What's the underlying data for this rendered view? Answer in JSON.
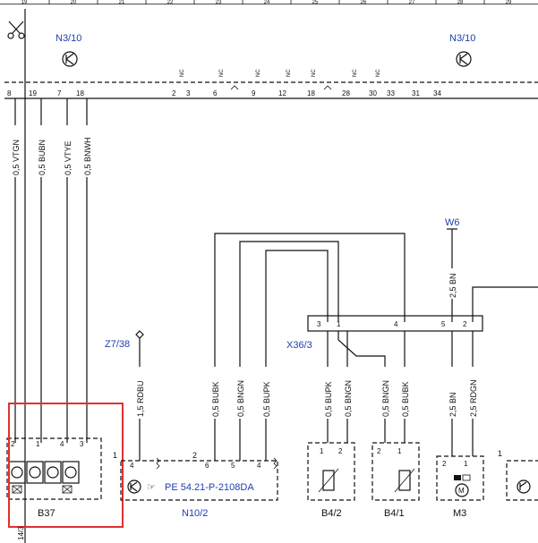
{
  "ruler": [
    "19",
    "20",
    "21",
    "22",
    "23",
    "24",
    "25",
    "26",
    "27",
    "28",
    "29"
  ],
  "connectors": {
    "n3_10_left": "N3/10",
    "n3_10_right": "N3/10",
    "w6": "W6",
    "z7_38": "Z7/38",
    "x36_3": "X36/3"
  },
  "top_pins": [
    "8",
    "19",
    "7",
    "18",
    "2",
    "3",
    "6",
    "9",
    "12",
    "18",
    "28",
    "30",
    "33",
    "31",
    "34"
  ],
  "nc_label": "NC",
  "wires_left": [
    "0,5 VTGN",
    "0,5 BUBN",
    "0,5 VTYE",
    "0,5 BNWH"
  ],
  "wires_lower": [
    "1,5 RDBU",
    "0,5 BUBK",
    "0,5 BNGN",
    "0,5 BUPK",
    "0,5 BUPK",
    "0,5 BNGN",
    "0,5 BNGN",
    "0,5 BUBK",
    "2,5 BN",
    "2,5 RDGN"
  ],
  "w6_wire": "2,5 BN",
  "x36_pins": [
    "3",
    "1",
    "4",
    "5",
    "2"
  ],
  "components": {
    "b37": "B37",
    "n10_2": "N10/2",
    "b4_2": "B4/2",
    "b4_1": "B4/1",
    "m3": "M3"
  },
  "b37_pins": [
    "2",
    "1",
    "4",
    "3"
  ],
  "n10_pins": [
    "4",
    "6",
    "5",
    "4"
  ],
  "n10_ref": "PE 54.21-P-2108DA",
  "b4_2_pins": [
    "1",
    "2"
  ],
  "b4_1_pins": [
    "2",
    "1"
  ],
  "m3_pins": [
    "2",
    "1"
  ],
  "side_nums": [
    "1",
    "2",
    "1"
  ],
  "left_edge_label": "14/3",
  "colors": {
    "blue_label": "#1f3fb0",
    "highlight": "#e03030"
  }
}
